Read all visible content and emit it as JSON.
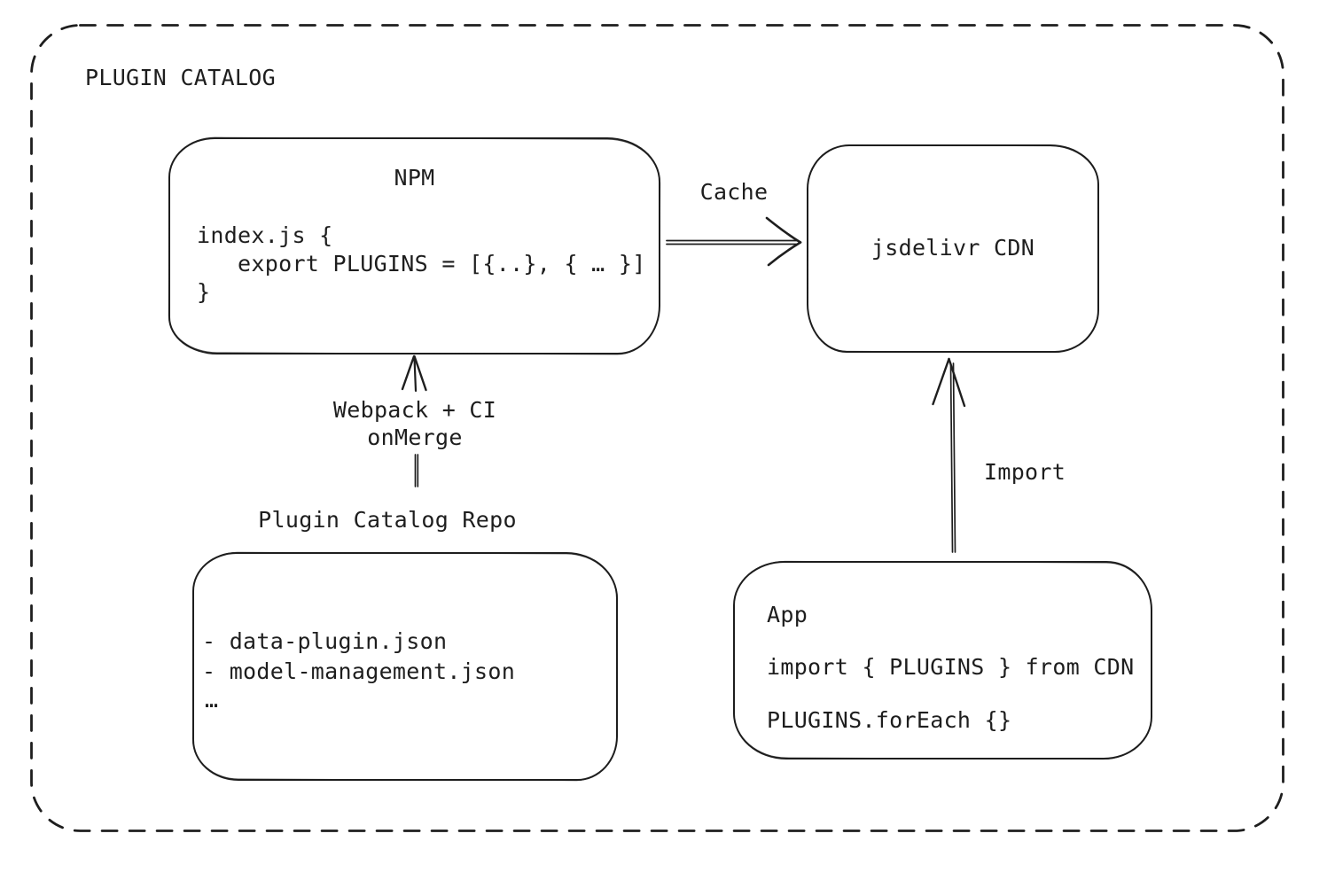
{
  "diagram_title": "PLUGIN CATALOG",
  "npm": {
    "title": "NPM",
    "code": [
      "index.js {",
      "   export PLUGINS = [{..}, { … }]",
      "}"
    ]
  },
  "cdn": {
    "label": "jsdelivr CDN"
  },
  "repo": {
    "title": "Plugin Catalog Repo",
    "files": [
      "- data-plugin.json",
      "- model-management.json",
      "…"
    ]
  },
  "app": {
    "title": "App",
    "code": [
      "import { PLUGINS } from CDN",
      "PLUGINS.forEach {}"
    ]
  },
  "arrows": {
    "cache": "Cache",
    "build": [
      "Webpack + CI",
      "onMerge"
    ],
    "import": "Import"
  },
  "colors": {
    "stroke": "#1e1e1e",
    "background": "#ffffff"
  }
}
